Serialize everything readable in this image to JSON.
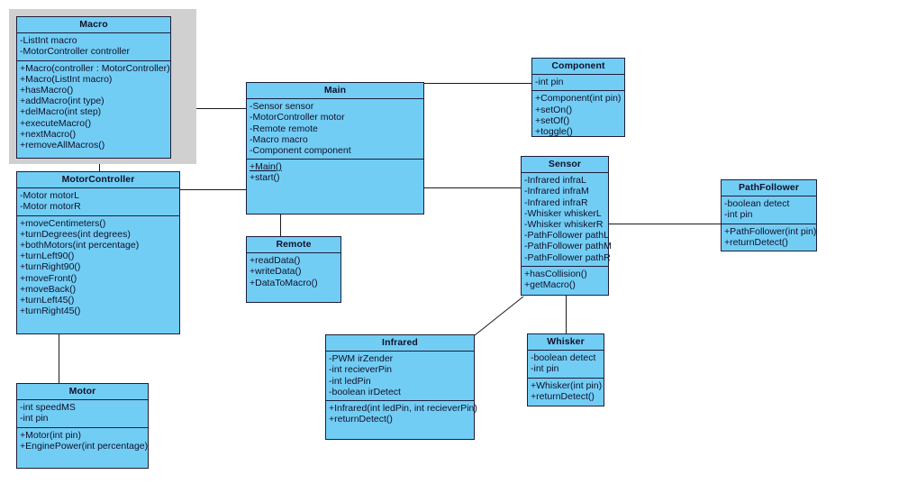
{
  "diagram": {
    "type": "uml-class-diagram",
    "background_color": "#ffffff",
    "class_fill_color": "#72cdf4",
    "class_border_color": "#1d1d3a",
    "selection_halo_color": "#d0d0d0",
    "connector_color": "#1a1a1a"
  },
  "classes": [
    {
      "id": "macro",
      "name": "Macro",
      "selected": true,
      "attributes": [
        "-ListInt macro",
        "-MotorController controller"
      ],
      "operations": [
        "+Macro(controller : MotorController)",
        "+Macro(ListInt macro)",
        "+hasMacro()",
        "+addMacro(int type)",
        "+delMacro(int step)",
        "+executeMacro()",
        "+nextMacro()",
        "+removeAllMacros()"
      ]
    },
    {
      "id": "motorcontroller",
      "name": "MotorController",
      "selected": false,
      "attributes": [
        "-Motor motorL",
        "-Motor motorR"
      ],
      "operations": [
        "+moveCentimeters()",
        "+turnDegrees(int degrees)",
        "+bothMotors(int percentage)",
        "+turnLeft90()",
        "+turnRight90()",
        "+moveFront()",
        "+moveBack()",
        "+turnLeft45()",
        "+turnRight45()"
      ]
    },
    {
      "id": "motor",
      "name": "Motor",
      "selected": false,
      "attributes": [
        "-int speedMS",
        "-int pin"
      ],
      "operations": [
        "+Motor(int pin)",
        "+EnginePower(int percentage)"
      ]
    },
    {
      "id": "main",
      "name": "Main",
      "selected": false,
      "attributes": [
        "-Sensor sensor",
        "-MotorController motor",
        "-Remote remote",
        "-Macro macro",
        "-Component component"
      ],
      "operations": [
        "+Main()",
        "+start()"
      ],
      "static_operations": [
        "+Main()"
      ]
    },
    {
      "id": "remote",
      "name": "Remote",
      "selected": false,
      "attributes": [],
      "operations": [
        "+readData()",
        "+writeData()",
        "+DataToMacro()"
      ]
    },
    {
      "id": "component",
      "name": "Component",
      "selected": false,
      "attributes": [
        "-int pin"
      ],
      "operations": [
        "+Component(int pin)",
        "+setOn()",
        "+setOf()",
        "+toggle()"
      ]
    },
    {
      "id": "sensor",
      "name": "Sensor",
      "selected": false,
      "attributes": [
        "-Infrared infraL",
        "-Infrared infraM",
        "-Infrared infraR",
        "-Whisker whiskerL",
        "-Whisker whiskerR",
        "-PathFollower pathL",
        "-PathFollower pathM",
        "-PathFollower pathR"
      ],
      "operations": [
        "+hasCollision()",
        "+getMacro()"
      ]
    },
    {
      "id": "pathfollower",
      "name": "PathFollower",
      "selected": false,
      "attributes": [
        "-boolean detect",
        "-int pin"
      ],
      "operations": [
        "+PathFollower(int pin)",
        "+returnDetect()"
      ]
    },
    {
      "id": "infrared",
      "name": "Infrared",
      "selected": false,
      "attributes": [
        "-PWM irZender",
        "-int recieverPin",
        "-int ledPin",
        "-boolean irDetect"
      ],
      "operations": [
        "+Infrared(int ledPin, int recieverPin)",
        "+returnDetect()"
      ]
    },
    {
      "id": "whisker",
      "name": "Whisker",
      "selected": false,
      "attributes": [
        "-boolean detect",
        "-int pin"
      ],
      "operations": [
        "+Whisker(int pin)",
        "+returnDetect()"
      ]
    }
  ],
  "associations": [
    {
      "from": "macro",
      "to": "main",
      "style": "orthogonal"
    },
    {
      "from": "macro",
      "to": "motorcontroller",
      "style": "vertical"
    },
    {
      "from": "motorcontroller",
      "to": "main",
      "style": "orthogonal"
    },
    {
      "from": "motorcontroller",
      "to": "motor",
      "style": "vertical"
    },
    {
      "from": "main",
      "to": "remote",
      "style": "vertical"
    },
    {
      "from": "main",
      "to": "component",
      "style": "orthogonal"
    },
    {
      "from": "main",
      "to": "sensor",
      "style": "orthogonal"
    },
    {
      "from": "sensor",
      "to": "pathfollower",
      "style": "orthogonal"
    },
    {
      "from": "sensor",
      "to": "whisker",
      "style": "vertical"
    },
    {
      "from": "sensor",
      "to": "infrared",
      "style": "diagonal"
    }
  ]
}
